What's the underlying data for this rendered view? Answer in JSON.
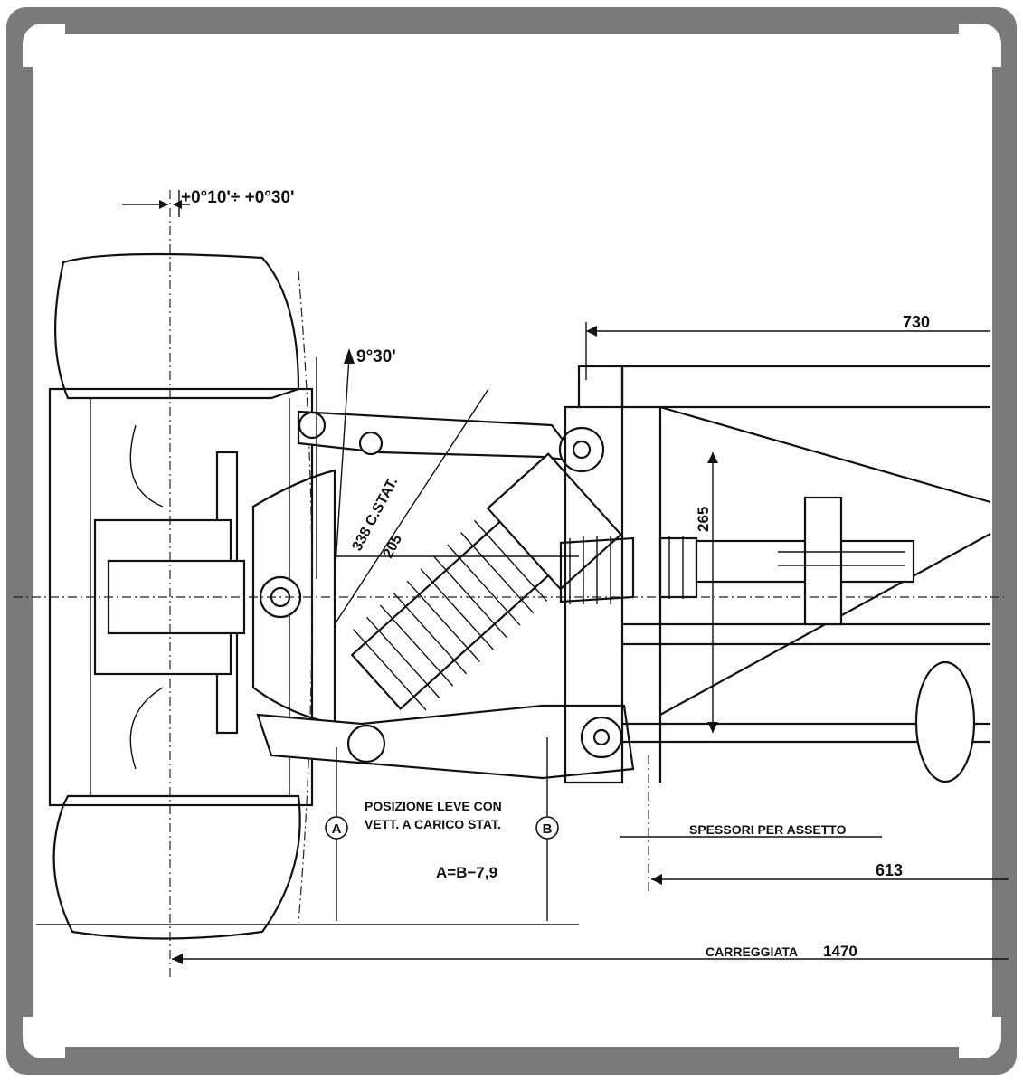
{
  "frame_color": "#7a7a7a",
  "drawing": {
    "camber_label": "+0°10'÷ +0°30'",
    "kingpin_angle_label": "9°30'",
    "dim_730": "730",
    "dim_265": "265",
    "spring_label_1": "338 C.STAT.",
    "spring_label_2": "205",
    "note_line_1": "POSIZIONE LEVE CON",
    "note_line_2": "VETT. A CARICO STAT.",
    "marker_a": "A",
    "marker_b": "B",
    "formula": "A=B−7,9",
    "shims_label": "SPESSORI PER ASSETTO",
    "dim_613": "613",
    "track_label": "CARREGGIATA",
    "track_value": "1470"
  }
}
